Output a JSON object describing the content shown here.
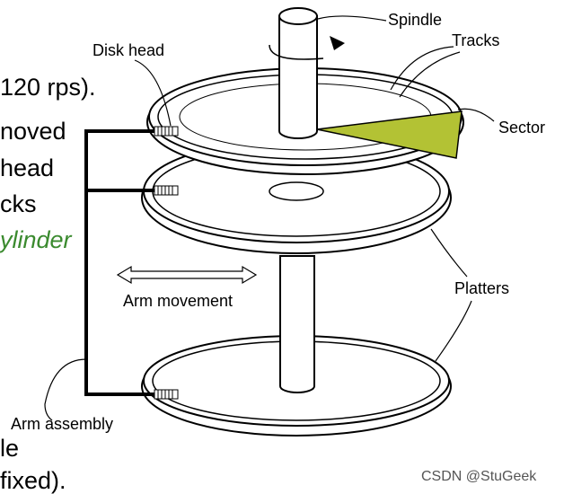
{
  "slide_fragments": [
    {
      "id": "f1",
      "text": "120 rps)."
    },
    {
      "id": "f2",
      "text": "noved"
    },
    {
      "id": "f3",
      "text": "head"
    },
    {
      "id": "f4",
      "text": "cks"
    },
    {
      "id": "f5",
      "text": "ylinder"
    },
    {
      "id": "f6",
      "text": "le"
    },
    {
      "id": "f7",
      "text": "fixed)."
    }
  ],
  "labels": {
    "spindle": "Spindle",
    "tracks": "Tracks",
    "disk_head": "Disk head",
    "sector": "Sector",
    "arm_movement": "Arm movement",
    "platters": "Platters",
    "arm_assembly": "Arm assembly"
  },
  "watermark": "CSDN @StuGeek",
  "colors": {
    "sector_fill": "#b3c234",
    "cylinder_text": "#3a8a2e"
  }
}
